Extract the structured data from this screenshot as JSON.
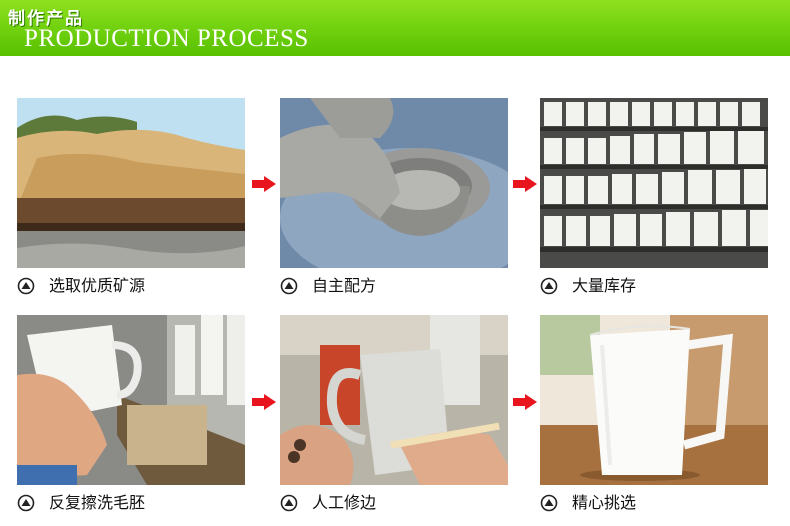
{
  "header": {
    "title_cn": "制作产品",
    "title_en": "PRODUCTION PROCESS"
  },
  "steps": [
    {
      "label": "选取优质矿源"
    },
    {
      "label": "自主配方"
    },
    {
      "label": "大量库存"
    },
    {
      "label": "反复擦洗毛胚"
    },
    {
      "label": "人工修边"
    },
    {
      "label": "精心挑选"
    }
  ],
  "colors": {
    "banner_green": "#6fd00e",
    "arrow_red": "#e8141e"
  },
  "icons": {
    "caption": "circled-up-arrow-icon",
    "flow": "right-arrow-icon"
  }
}
